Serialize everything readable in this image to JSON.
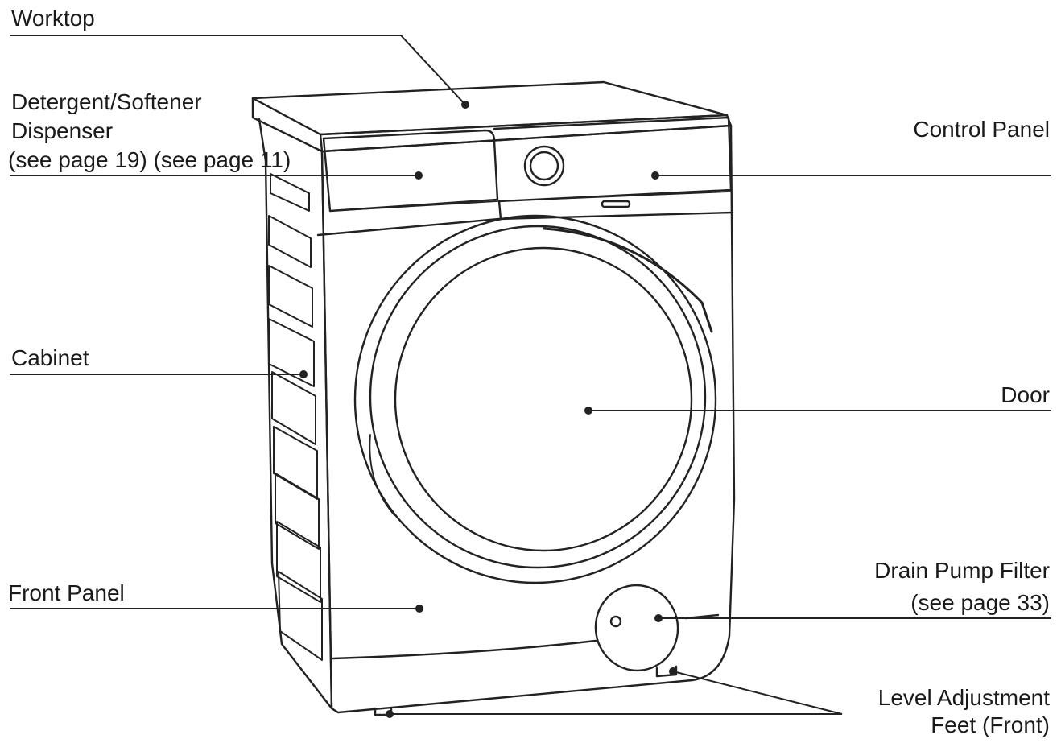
{
  "labels": {
    "worktop": "Worktop",
    "detergent_line1": "Detergent/Softener",
    "detergent_line2": "Dispenser",
    "detergent_line3": "(see page 19) (see page 11)",
    "control_panel": "Control Panel",
    "cabinet": "Cabinet",
    "door": "Door",
    "front_panel": "Front Panel",
    "drain_line1": "Drain Pump Filter",
    "drain_line2": "(see page 33)",
    "feet_line1": "Level Adjustment",
    "feet_line2": "Feet (Front)"
  },
  "colors": {
    "line": "#222222",
    "text": "#1a1a1a",
    "background": "#ffffff"
  }
}
